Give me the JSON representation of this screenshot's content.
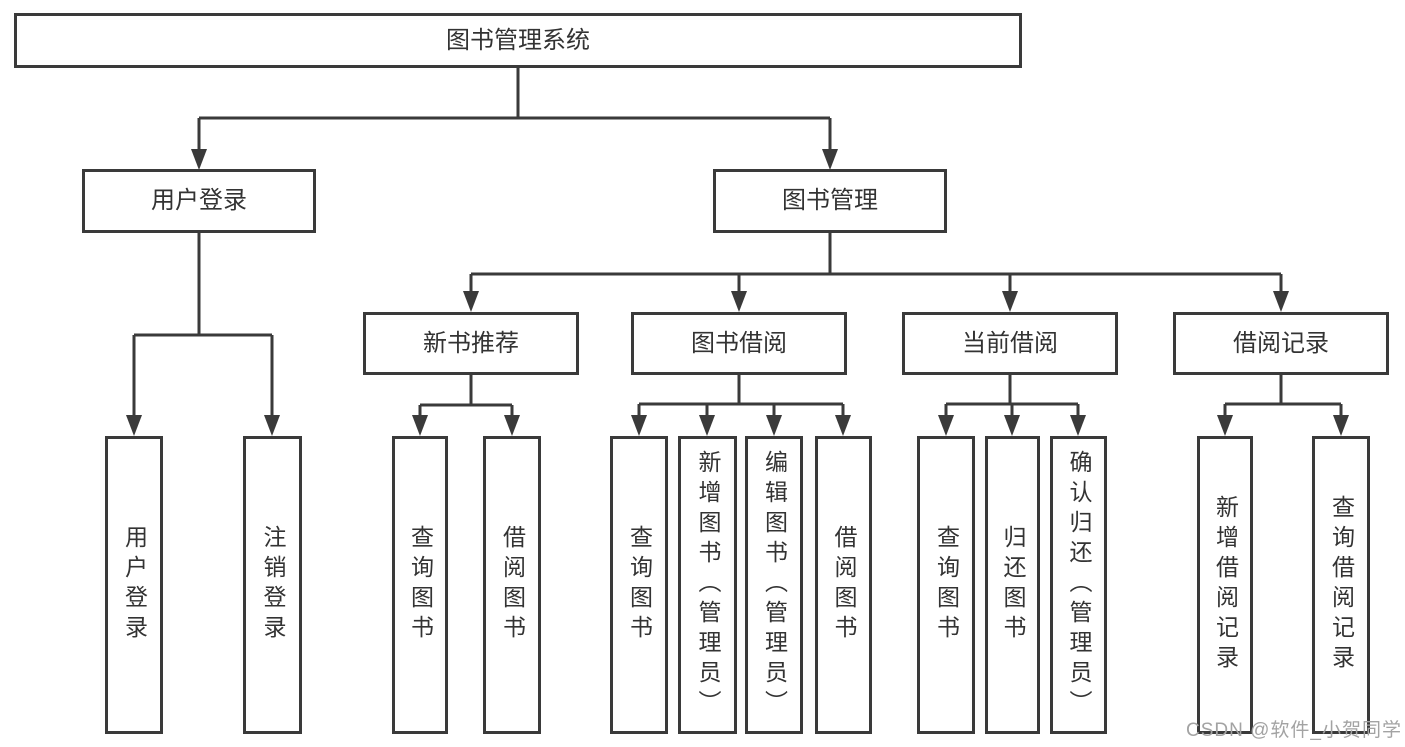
{
  "tree": {
    "root": "图书管理系统",
    "children": [
      {
        "label": "用户登录",
        "children": [
          {
            "label": "用户登录"
          },
          {
            "label": "注销登录"
          }
        ]
      },
      {
        "label": "图书管理",
        "children": [
          {
            "label": "新书推荐",
            "children": [
              {
                "label": "查询图书"
              },
              {
                "label": "借阅图书"
              }
            ]
          },
          {
            "label": "图书借阅",
            "children": [
              {
                "label": "查询图书"
              },
              {
                "label": "新增图书（管理员）"
              },
              {
                "label": "编辑图书（管理员）"
              },
              {
                "label": "借阅图书"
              }
            ]
          },
          {
            "label": "当前借阅",
            "children": [
              {
                "label": "查询图书"
              },
              {
                "label": "归还图书"
              },
              {
                "label": "确认归还（管理员）"
              }
            ]
          },
          {
            "label": "借阅记录",
            "children": [
              {
                "label": "新增借阅记录"
              },
              {
                "label": "查询借阅记录"
              }
            ]
          }
        ]
      }
    ]
  },
  "watermark": {
    "text": "CSDN @软件_小贺同学"
  },
  "colors": {
    "line": "#3a3a3a",
    "text": "#333333",
    "box_background": "#ffffff",
    "page_background": "#ffffff",
    "watermark": "#a3a3a3"
  }
}
